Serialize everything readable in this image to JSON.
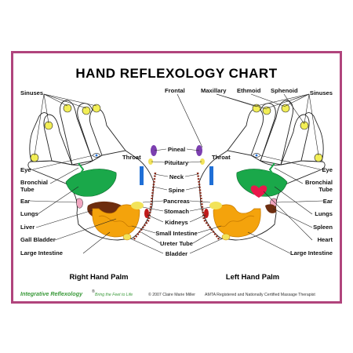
{
  "title": "HAND REFLEXOLOGY CHART",
  "left_labels": [
    "Sinuses",
    "Eye",
    "Bronchial Tube",
    "Ear",
    "Lungs",
    "Liver",
    "Gall Bladder",
    "Large Intestine"
  ],
  "right_labels": [
    "Sinuses",
    "Eye",
    "Bronchial Tube",
    "Ear",
    "Lungs",
    "Spleen",
    "Heart",
    "Large Intestine"
  ],
  "top_labels": [
    "Frontal",
    "Maxillary",
    "Ethmoid",
    "Sphenoid"
  ],
  "throat_left": "Throat",
  "throat_right": "Throat",
  "center_labels": [
    "Pineal",
    "Pituitary",
    "Neck",
    "Spine",
    "Pancreas",
    "Stomach",
    "Kidneys",
    "Small Intestine",
    "Ureter Tube",
    "Bladder"
  ],
  "right_hand_caption": "Right Hand Palm",
  "left_hand_caption": "Left Hand Palm",
  "footer": {
    "brand": "Integrative Reflexology",
    "tagline": "Bring the Feet to Life",
    "copyright": "© 2007 Claire Marie Miller",
    "credentials": "AMTA Registered and Nationally Certified Massage Therapist"
  },
  "colors": {
    "frame": "#b0447c",
    "lungs": "#1aa84a",
    "liver": "#6d2d0f",
    "intestine": "#f4a30c",
    "heart": "#e8194b",
    "sinus_dots": "#f2ee56",
    "throat": "#1f6fd6",
    "pineal": "#7c3fb0",
    "pituitary": "#f2e35a",
    "spine": "#c01a1a",
    "brand_green": "#3a9a3a"
  }
}
